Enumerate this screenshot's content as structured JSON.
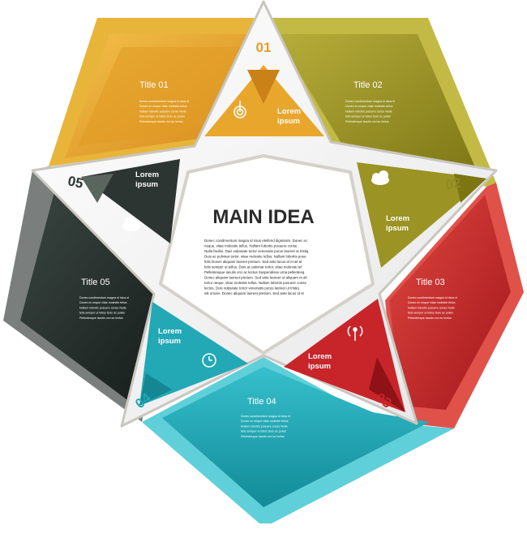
{
  "center": {
    "title": "MAIN IDEA",
    "body": [
      "Donec condimentum magna id risus eleifend dignissim. Donec ec",
      "neque, vitae molestie tellus. Nullam lobortis posuere conse",
      "Nulla facilisi. Duis vulputate tortor venenatis purus laoreet ut tristiq",
      "Duis ac pulvinar tortor, vitae molestie tellus. Nullam lobortis posu",
      "felis Donec aliquam laoreet pretium. Sed ante lacus id et ali at",
      "felis semper ut tellus. Duis ac pulvinar tortor, vitae molestie tel",
      "Pellentesque iaculis orci ac lectus Suspendisse urna pellentesq",
      "Donec aliquam laoreet pretium. Sed ante laoreet ut aliquam et ali",
      "tortor neque, vitae molestie tellus. Nullam lobortis posuere conse",
      "lectus, Duis vulputate tortor venenatis purus laoreet ut tristiq",
      "elit ornare. Donec aliquam laoreet pretium. Sed ante lacus id et"
    ]
  },
  "segments": [
    {
      "number": "01",
      "title": "Title 01",
      "sub_label": [
        "Lorem",
        "ipsum"
      ],
      "icon": "target-icon",
      "color": "#e29a1e",
      "body": [
        "Donec condimentum magna id risus el",
        "Donec ec neque vitae molestie tellus",
        "Nullam lobortis posuere conse Nulla",
        "felis semper ut tellus Duis ac pulvin",
        "Pellentesque iaculis orci ac lectus"
      ]
    },
    {
      "number": "02",
      "title": "Title 02",
      "sub_label": [
        "Lorem",
        "ipsum"
      ],
      "icon": "cloud-sun-icon",
      "color": "#9c9423",
      "body": [
        "Donec condimentum magna id risus el",
        "Donec ec neque vitae molestie tellus",
        "Nullam lobortis posuere conse Nulla",
        "felis semper ut tellus Duis ac pulvin",
        "Pellentesque iaculis orci ac lectus"
      ]
    },
    {
      "number": "03",
      "title": "Title 03",
      "sub_label": [
        "Lorem",
        "ipsum"
      ],
      "icon": "antenna-icon",
      "color": "#c8252b",
      "body": [
        "Donec condimentum magna id risus el",
        "Donec ec neque vitae molestie tellus",
        "Nullam lobortis posuere conse Nulla",
        "felis semper ut tellus Duis ac pulvin",
        "Pellentesque iaculis orci ac lectus"
      ]
    },
    {
      "number": "04",
      "title": "Title 04",
      "sub_label": [
        "Lorem",
        "ipsum"
      ],
      "icon": "clock-icon",
      "color": "#22a7b6",
      "body": [
        "Donec condimentum magna id risus el",
        "Donec ec neque vitae molestie tellus",
        "Nullam lobortis posuere conse Nulla",
        "felis semper ut tellus Duis ac pulvin",
        "Pellentesque iaculis orci ac lectus"
      ]
    },
    {
      "number": "05",
      "title": "Title 05",
      "sub_label": [
        "Lorem",
        "ipsum"
      ],
      "icon": "cloud-sun-icon",
      "color": "#26302d",
      "body": [
        "Donec condimentum magna id risus el",
        "Donec ec neque vitae molestie tellus",
        "Nullam lobortis posuere conse Nulla",
        "felis semper ut tellus Duis ac pulvin",
        "Pellentesque iaculis orci ac lectus"
      ]
    }
  ]
}
